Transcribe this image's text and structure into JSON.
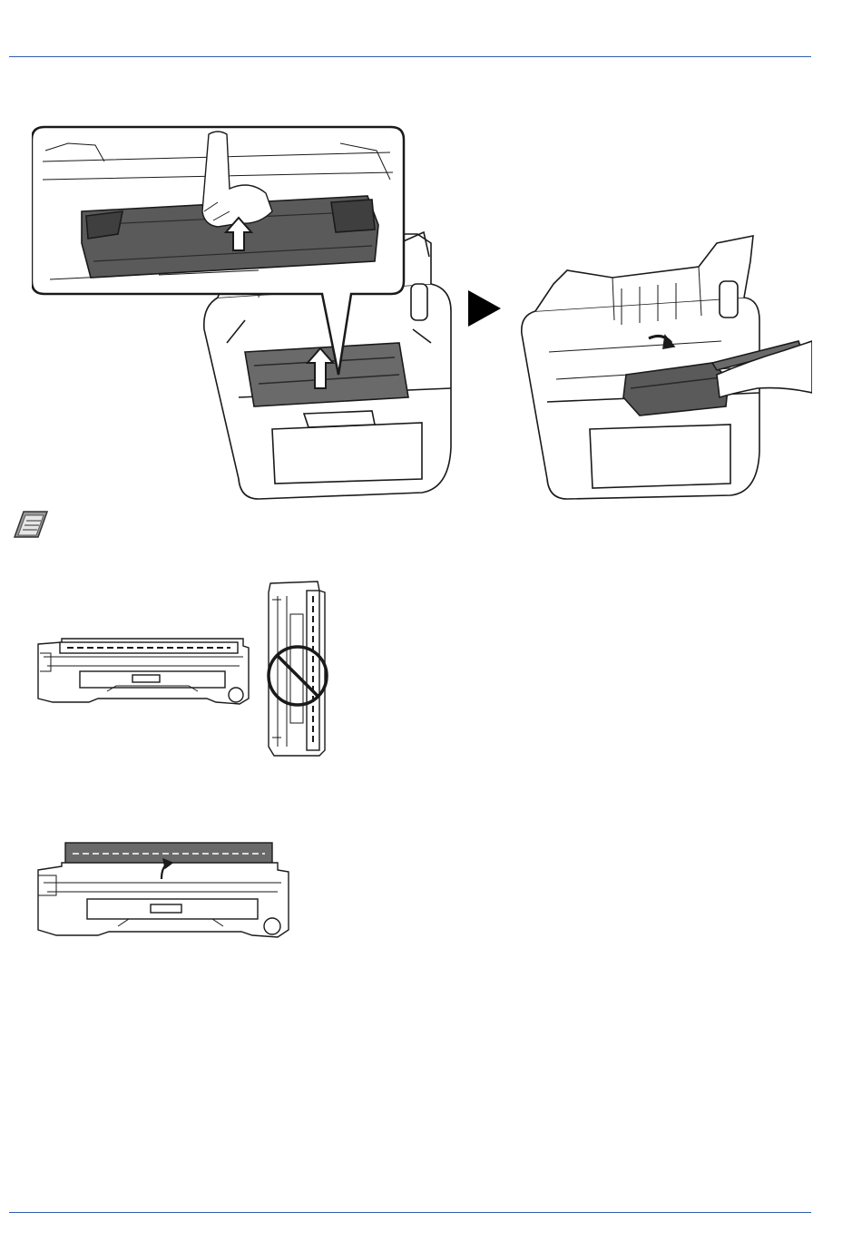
{
  "page": {
    "rule_color": "#2f5fae",
    "line_color": "#1a1a1a",
    "cartridge_fill": "#5a5a5a"
  },
  "figures": {
    "removal_step": {
      "icon": "printer-drum-removal-illustration"
    },
    "next_arrow": {
      "icon": "triangle-right-icon"
    },
    "lift_out_step": {
      "icon": "printer-drum-lift-out-illustration"
    },
    "note": {
      "icon": "note-memo-icon"
    },
    "drum_flat": {
      "icon": "drum-unit-horizontal-illustration"
    },
    "drum_upright_prohibited": {
      "icon": "prohibited-icon"
    },
    "drum_cover": {
      "icon": "drum-unit-cover-removal-illustration"
    }
  }
}
